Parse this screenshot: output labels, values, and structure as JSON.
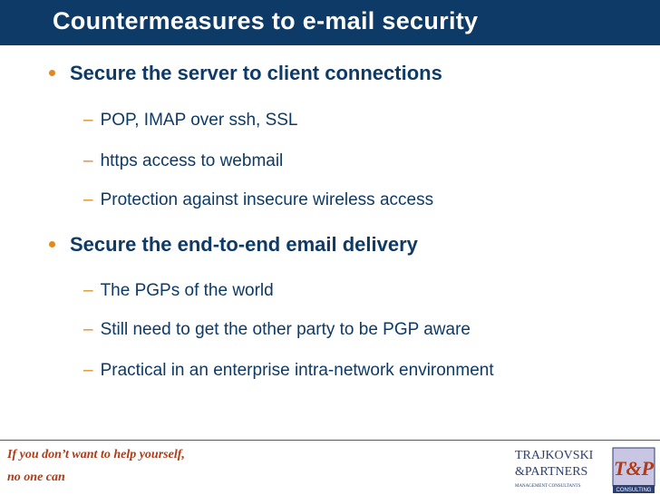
{
  "title": "Countermeasures to e-mail security",
  "bullets": [
    {
      "label": "Secure the server to client connections",
      "subitems": [
        "POP, IMAP over ssh, SSL",
        "https access to webmail",
        "Protection against insecure wireless access"
      ]
    },
    {
      "label": "Secure the end-to-end email delivery",
      "subitems": [
        "The PGPs of the world",
        "Still need to get the other party to be PGP aware",
        "Practical in an enterprise intra-network environment"
      ]
    }
  ],
  "footer": {
    "motto_line1": "If you don’t want to help yourself,",
    "motto_line2": "no one can",
    "logo": {
      "line1": "TRAJKOVSKI",
      "line2": "&PARTNERS",
      "line3": "MANAGEMENT CONSULTANTS",
      "monogram": "T&P",
      "badge": "CONSULTING"
    }
  },
  "colors": {
    "title_bar": "#0e3a67",
    "text": "#0e3a67",
    "bullet_accent": "#e08a1e",
    "motto": "#b03a16"
  }
}
